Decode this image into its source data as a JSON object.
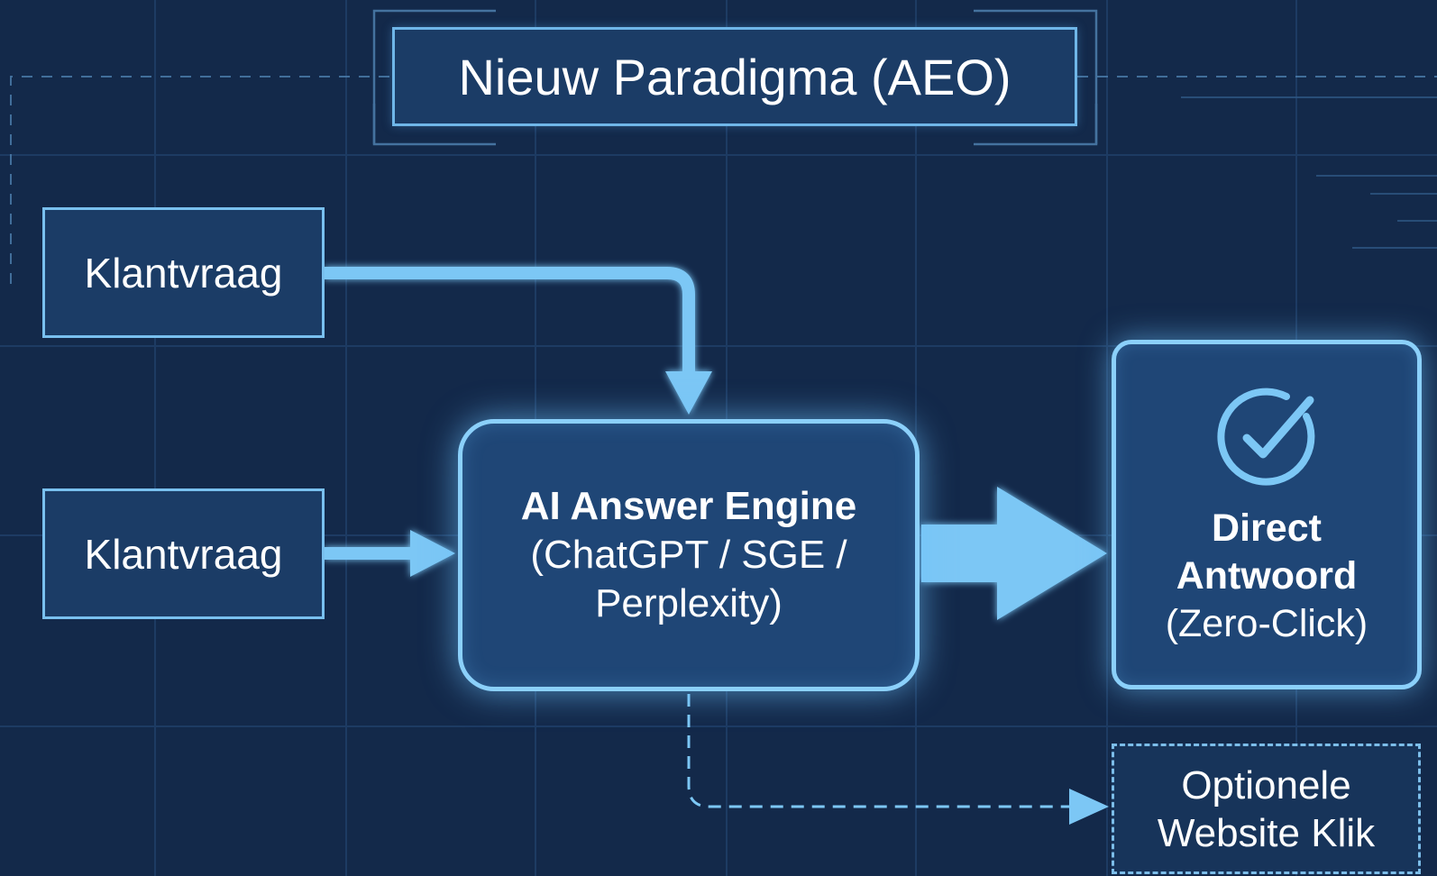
{
  "title": "Nieuw Paradigma (AEO)",
  "input_top": "Klantvraag",
  "input_bottom": "Klantvraag",
  "engine": {
    "title": "AI Answer Engine",
    "line1": "(ChatGPT / SGE /",
    "line2": "Perplexity)"
  },
  "answer": {
    "line1": "Direct",
    "line2": "Antwoord",
    "line3": "(Zero-Click)"
  },
  "optional": {
    "line1": "Optionele",
    "line2": "Website Klik"
  },
  "colors": {
    "background": "#13294a",
    "box_fill": "#1b3c66",
    "accent": "#7cc7f5",
    "glow": "#8bd0fa"
  },
  "icons": {
    "answer_icon": "check-circle-icon"
  }
}
